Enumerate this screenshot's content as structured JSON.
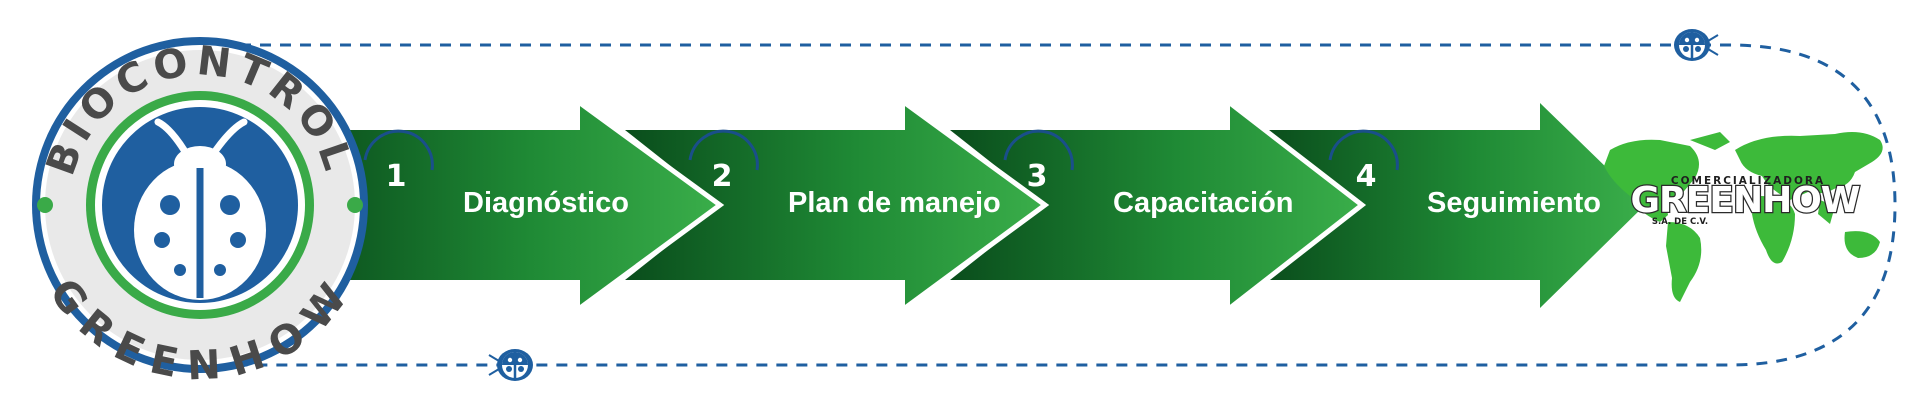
{
  "badge": {
    "top_text": "BIOCONTROL",
    "bottom_text": "GREENHOW"
  },
  "steps": [
    {
      "number": "1",
      "label": "Diagnóstico"
    },
    {
      "number": "2",
      "label": "Plan de manejo"
    },
    {
      "number": "3",
      "label": "Capacitación"
    },
    {
      "number": "4",
      "label": "Seguimiento"
    }
  ],
  "brand": {
    "top": "COMERCIALIZADORA",
    "name": "GREENHOW",
    "suffix": "S.A. DE C.V."
  },
  "icons": [
    "ladybug-icon",
    "world-map-icon"
  ],
  "colors": {
    "arrow_dark": "#0a4d1c",
    "arrow_light": "#3aae4a",
    "badge_blue": "#1f5fa0",
    "badge_green": "#3aaa48",
    "dash_blue": "#1f5fa0",
    "map_green": "#3dba3a"
  }
}
